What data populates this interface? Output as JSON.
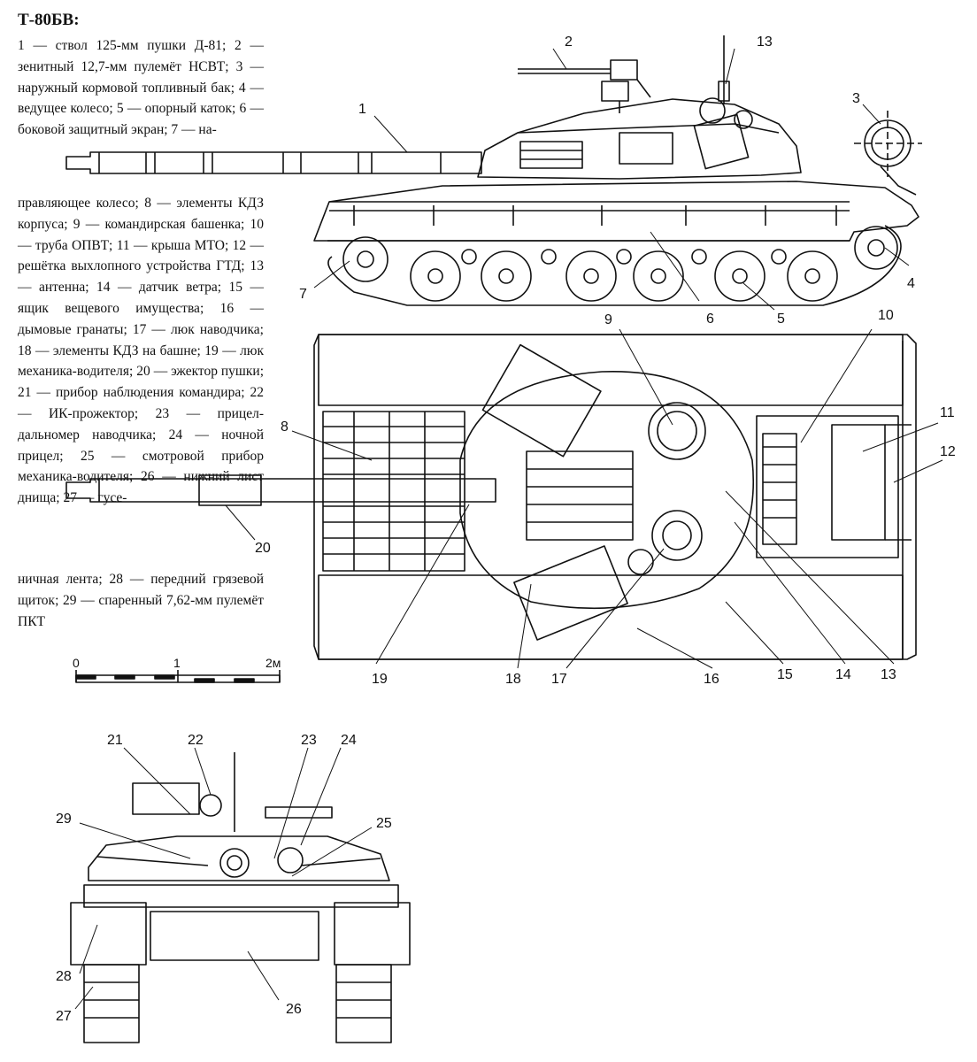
{
  "title": "Т-80БВ:",
  "legend": [
    "1 — ствол 125-мм пушки Д-81; 2 — зенитный 12,7-мм пулемёт НСВТ; 3 — наружный кормовой топливный бак; 4 — ведущее колесо; 5 — опорный каток; 6 — боковой защитный экран; 7 — на-",
    "правляющее колесо; 8 — элементы КДЗ корпуса; 9 — командирская башенка; 10 — труба ОПВТ; 11 — крыша МТО; 12 — решётка выхлопного устройства ГТД; 13 — антенна; 14 — датчик ветра; 15 — ящик вещевого имущества; 16 — дымовые гранаты; 17 — люк наводчика; 18 — элементы КДЗ на башне; 19 — люк механика-водителя; 20 — эжектор пушки; 21 — прибор наблюдения командира; 22 — ИК-прожектор; 23 — прицел-дальномер наводчика; 24 — ночной прицел; 25 — смотровой прибор механика-водителя; 26 — нижний лист днища; 27 — гусе-",
    "ничная лента; 28 — передний грязевой щиток; 29 — спаренный 7,62-мм пулемёт ПКТ"
  ],
  "scale": {
    "labels": [
      "0",
      "1",
      "2м"
    ]
  },
  "callouts": [
    "1",
    "2",
    "3",
    "4",
    "5",
    "6",
    "7",
    "8",
    "9",
    "10",
    "11",
    "12",
    "13",
    "14",
    "15",
    "16",
    "17",
    "18",
    "19",
    "20",
    "21",
    "22",
    "23",
    "24",
    "25",
    "26",
    "27",
    "28",
    "29"
  ]
}
